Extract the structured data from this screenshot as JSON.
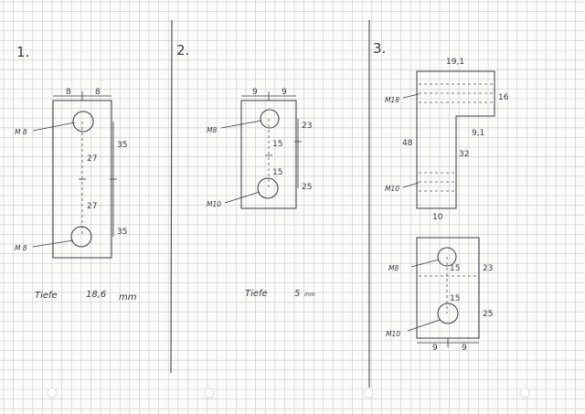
{
  "sheet": {
    "colors": {
      "paper": "#fbfbfa",
      "grid": "#c8c8c8",
      "ink": "#3a3a44",
      "divider": "#555555"
    }
  },
  "part1": {
    "number": "1.",
    "dim_top_left": "8",
    "dim_top_right": "8",
    "hole_top_label": "M 8",
    "hole_bottom_label": "M 8",
    "dim_35_top": "35",
    "dim_27_top": "27",
    "dim_27_bottom": "27",
    "dim_35_bottom": "35",
    "depth_label": "Tiefe",
    "depth_value": "18,6",
    "depth_unit": "mm"
  },
  "part2": {
    "number": "2.",
    "dim_top_left": "9",
    "dim_top_right": "9",
    "hole_top_label": "M8",
    "hole_bottom_label": "M10",
    "dim_23": "23",
    "dim_15_top": "15",
    "dim_15_bottom": "15",
    "dim_25": "25",
    "depth_label": "Tiefe",
    "depth_value": "5",
    "depth_unit": "mm"
  },
  "part3": {
    "number": "3.",
    "dim_top": "19,1",
    "dim_16": "16",
    "dim_9_1": "9,1",
    "dim_48": "48",
    "dim_32": "32",
    "dim_10": "10",
    "hole_m8_label": "M18",
    "hole_m10_label": "M10",
    "lower_dim_23": "23",
    "lower_dim_15_top": "15",
    "lower_dim_15_bottom": "15",
    "lower_dim_25": "25",
    "lower_hole_top_label": "M8",
    "lower_hole_bottom_label": "M10",
    "lower_dim_bottom_left": "9",
    "lower_dim_bottom_right": "9"
  }
}
